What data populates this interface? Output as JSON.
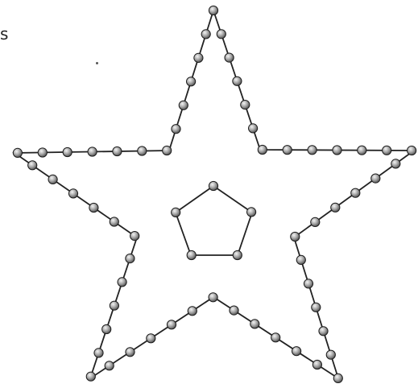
{
  "corner_fragment": "s",
  "colors": {
    "line": "#222222",
    "bead_highlight": "#f4f4f4",
    "bead_mid": "#a8a8a8",
    "bead_shadow": "#4a4a4a",
    "bead_outline": "#1c1c1c",
    "background": "#ffffff"
  },
  "diagram": {
    "outer_shape": "five-pointed star outline",
    "outer_bead_count": 60,
    "inner_shape": "pentagon",
    "inner_bead_count": 5
  }
}
